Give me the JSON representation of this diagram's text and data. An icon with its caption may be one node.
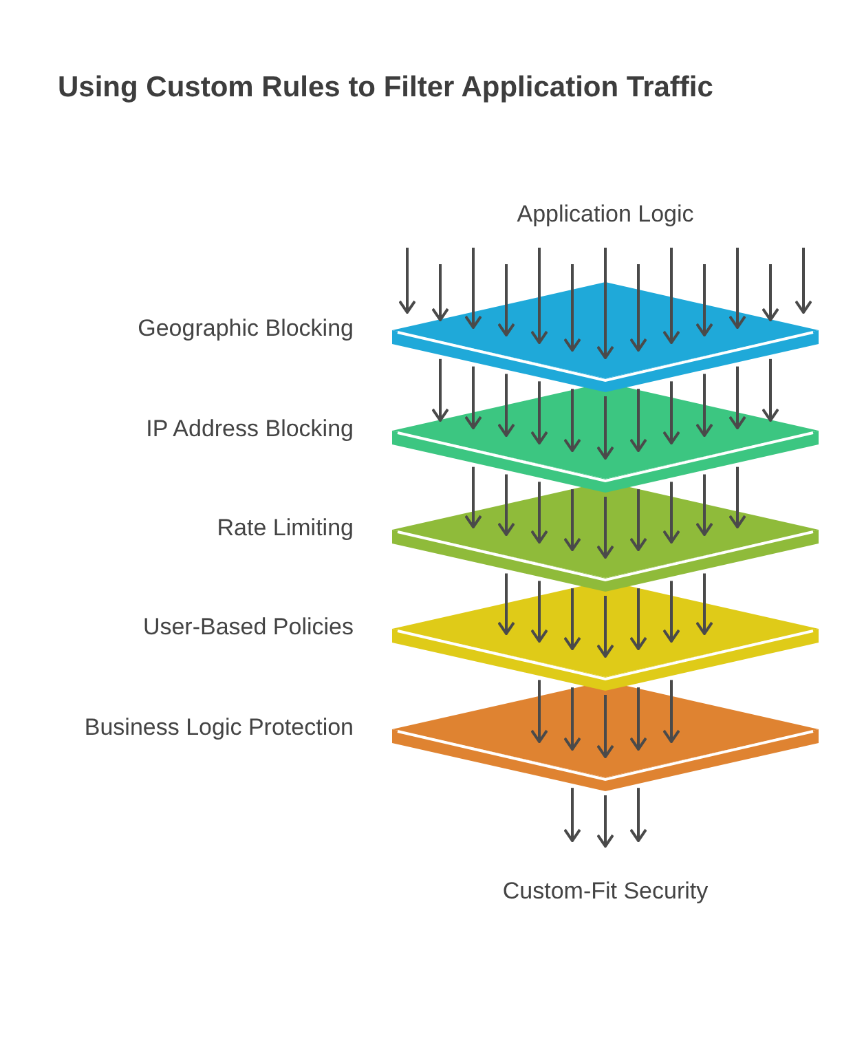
{
  "diagram": {
    "title": "Using Custom Rules to Filter Application Traffic",
    "nodes": [
      {
        "text": [
          "Geographic Blocking"
        ]
      },
      {
        "text": [
          "IP Address Blocking"
        ]
      },
      {
        "text": [
          "Rate Limiting"
        ]
      },
      {
        "text": [
          "User-Based Policies"
        ]
      },
      {
        "text": [
          "Business Logic Protection"
        ]
      },
      {
        "text": [
          "Custom-Fit Security"
        ]
      }
    ],
    "edges": [
      {
        "from": null,
        "to": 0,
        "arrow": "to"
      },
      {
        "from": null,
        "to": 0,
        "arrow": "to"
      },
      {
        "from": null,
        "to": 0,
        "arrow": "to"
      },
      {
        "from": null,
        "to": 0,
        "arrow": "to"
      },
      {
        "from": null,
        "to": 0,
        "arrow": "to"
      },
      {
        "from": null,
        "to": 0,
        "arrow": "to"
      },
      {
        "from": null,
        "to": 0,
        "arrow": "to"
      },
      {
        "from": null,
        "to": 0,
        "arrow": "to"
      },
      {
        "from": null,
        "to": 0,
        "arrow": "to"
      },
      {
        "from": null,
        "to": 0,
        "arrow": "to"
      },
      {
        "from": null,
        "to": 0,
        "arrow": "to"
      },
      {
        "from": null,
        "to": 0,
        "arrow": "to"
      },
      {
        "from": null,
        "to": 0,
        "arrow": "to"
      },
      {
        "from": 0,
        "to": 1,
        "arrow": "to"
      },
      {
        "from": 0,
        "to": 1,
        "arrow": "to"
      },
      {
        "from": 0,
        "to": 1,
        "arrow": "to"
      },
      {
        "from": 0,
        "to": 1,
        "arrow": "to"
      },
      {
        "from": 0,
        "to": 1,
        "arrow": "to"
      },
      {
        "from": 0,
        "to": 1,
        "arrow": "to"
      },
      {
        "from": 0,
        "to": 1,
        "arrow": "to"
      },
      {
        "from": 0,
        "to": 1,
        "arrow": "to"
      },
      {
        "from": 0,
        "to": 1,
        "arrow": "to"
      },
      {
        "from": 0,
        "to": 1,
        "arrow": "to"
      },
      {
        "from": 0,
        "to": 1,
        "arrow": "to"
      },
      {
        "from": 1,
        "to": 2,
        "arrow": "to"
      },
      {
        "from": 1,
        "to": 2,
        "arrow": "to"
      },
      {
        "from": 1,
        "to": 2,
        "arrow": "to"
      },
      {
        "from": 1,
        "to": 2,
        "arrow": "to"
      },
      {
        "from": 1,
        "to": 2,
        "arrow": "to"
      },
      {
        "from": 1,
        "to": 2,
        "arrow": "to"
      },
      {
        "from": 1,
        "to": 2,
        "arrow": "to"
      },
      {
        "from": 1,
        "to": 2,
        "arrow": "to"
      },
      {
        "from": 1,
        "to": 2,
        "arrow": "to"
      },
      {
        "from": 2,
        "to": 3,
        "arrow": "to"
      },
      {
        "from": 2,
        "to": 3,
        "arrow": "to"
      },
      {
        "from": 2,
        "to": 3,
        "arrow": "to"
      },
      {
        "from": 2,
        "to": 3,
        "arrow": "to"
      },
      {
        "from": 2,
        "to": 3,
        "arrow": "to"
      },
      {
        "from": 2,
        "to": 3,
        "arrow": "to"
      },
      {
        "from": 2,
        "to": 3,
        "arrow": "to"
      },
      {
        "from": 3,
        "to": 4,
        "arrow": "to"
      },
      {
        "from": 3,
        "to": 4,
        "arrow": "to"
      },
      {
        "from": 3,
        "to": 4,
        "arrow": "to"
      },
      {
        "from": 3,
        "to": 4,
        "arrow": "to"
      },
      {
        "from": 3,
        "to": 4,
        "arrow": "to"
      },
      {
        "from": 4,
        "to": 5,
        "arrow": "to"
      },
      {
        "from": 4,
        "to": 5,
        "arrow": "to"
      },
      {
        "from": 4,
        "to": 5,
        "arrow": "to"
      }
    ],
    "labels": [
      "Application Logic"
    ]
  }
}
